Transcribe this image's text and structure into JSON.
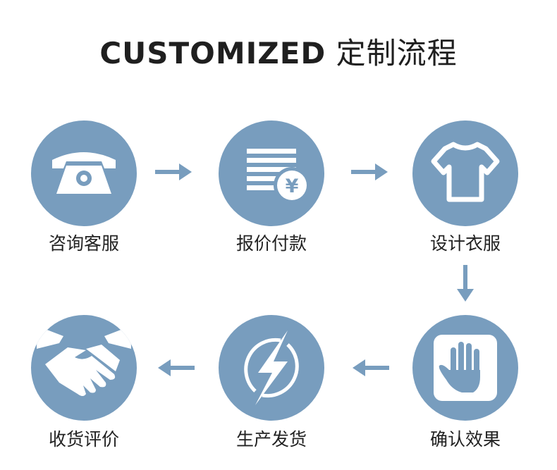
{
  "title": {
    "en": "CUSTOMIZED",
    "zh": "定制流程"
  },
  "colors": {
    "circle": "#789dbe",
    "arrow": "#789dbe",
    "text": "#222222"
  },
  "steps": [
    {
      "label": "咨询客服",
      "icon": "telephone-icon"
    },
    {
      "label": "报价付款",
      "icon": "invoice-yuan-icon"
    },
    {
      "label": "设计衣服",
      "icon": "tshirt-icon"
    },
    {
      "label": "确认效果",
      "icon": "hand-icon"
    },
    {
      "label": "生产发货",
      "icon": "lightning-icon"
    },
    {
      "label": "收货评价",
      "icon": "handshake-icon"
    }
  ],
  "currency_symbol": "¥"
}
